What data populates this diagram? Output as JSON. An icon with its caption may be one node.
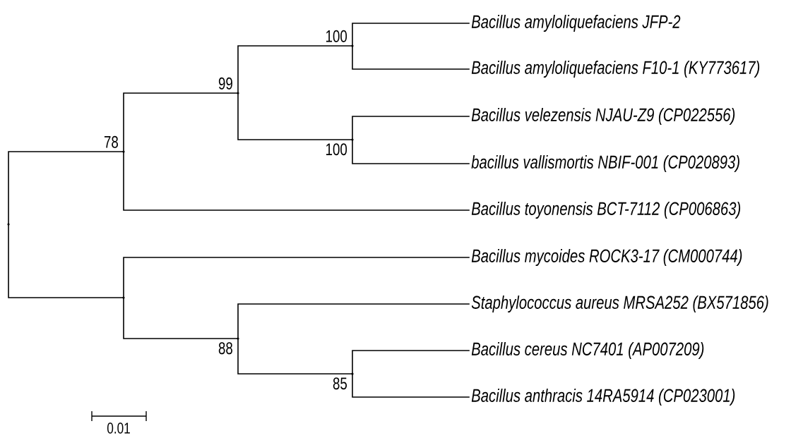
{
  "diagram": {
    "nodes": [
      {
        "text": [],
        "shape": "point"
      },
      {
        "text": [],
        "shape": "point",
        "beside": [
          "78"
        ]
      },
      {
        "text": [],
        "shape": "point",
        "beside": [
          "99"
        ]
      },
      {
        "text": [],
        "shape": "point",
        "beside": [
          "100"
        ]
      },
      {
        "text": [
          "Bacillus amyloliquefaciens JFP-2"
        ]
      },
      {
        "text": [
          "Bacillus amyloliquefaciens F10-1 (KY773617)"
        ]
      },
      {
        "text": [],
        "shape": "point",
        "beside": [
          "100"
        ]
      },
      {
        "text": [
          "Bacillus velezensis NJAU-Z9 (CP022556)"
        ]
      },
      {
        "text": [
          "bacillus vallismortis NBIF-001 (CP020893)"
        ]
      },
      {
        "text": [
          "Bacillus toyonensis BCT-7112 (CP006863)"
        ]
      },
      {
        "text": [],
        "shape": "point"
      },
      {
        "text": [
          "Bacillus mycoides ROCK3-17 (CM000744)"
        ]
      },
      {
        "text": [],
        "shape": "point",
        "beside": [
          "88"
        ]
      },
      {
        "text": [
          "Staphylococcus aureus MRSA252 (BX571856)"
        ]
      },
      {
        "text": [],
        "shape": "point",
        "beside": [
          "85"
        ]
      },
      {
        "text": [
          "Bacillus cereus NC7401 (AP007209)"
        ]
      },
      {
        "text": [
          "Bacillus anthracis 14RA5914 (CP023001)"
        ]
      }
    ],
    "edges": [
      {
        "from": 0,
        "to": 1,
        "arrow": "none"
      },
      {
        "from": 0,
        "to": 10,
        "arrow": "none"
      },
      {
        "from": 1,
        "to": 2,
        "arrow": "none"
      },
      {
        "from": 1,
        "to": 9,
        "arrow": "none"
      },
      {
        "from": 2,
        "to": 3,
        "arrow": "none"
      },
      {
        "from": 2,
        "to": 6,
        "arrow": "none"
      },
      {
        "from": 3,
        "to": 4,
        "arrow": "none"
      },
      {
        "from": 3,
        "to": 5,
        "arrow": "none"
      },
      {
        "from": 6,
        "to": 7,
        "arrow": "none"
      },
      {
        "from": 6,
        "to": 8,
        "arrow": "none"
      },
      {
        "from": 10,
        "to": 11,
        "arrow": "none"
      },
      {
        "from": 10,
        "to": 12,
        "arrow": "none"
      },
      {
        "from": 12,
        "to": 13,
        "arrow": "none"
      },
      {
        "from": 12,
        "to": 14,
        "arrow": "none"
      },
      {
        "from": 14,
        "to": 15,
        "arrow": "none"
      },
      {
        "from": 14,
        "to": 16,
        "arrow": "none"
      }
    ],
    "labels": [
      "0.01"
    ]
  }
}
